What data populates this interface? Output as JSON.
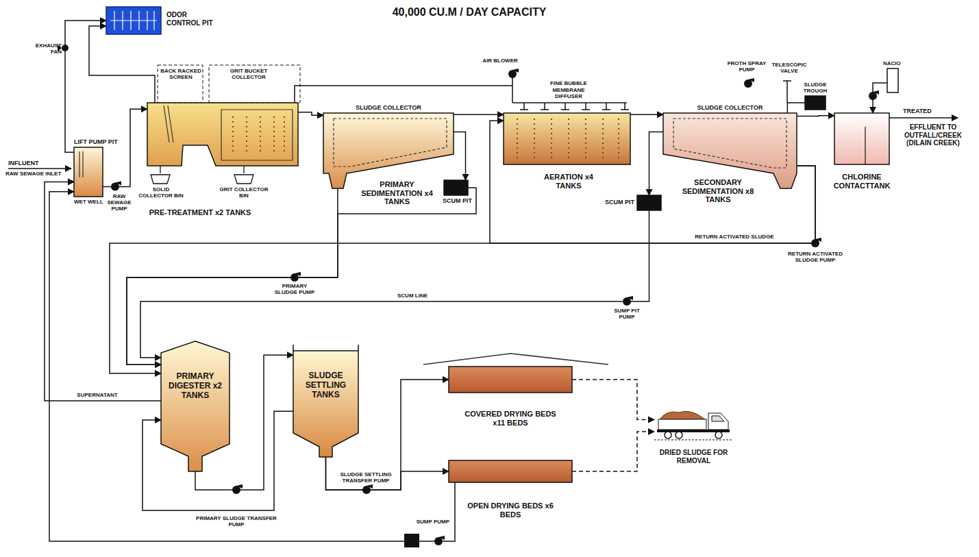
{
  "diagram": {
    "title": "40,000 CU.M / DAY CAPACITY",
    "nodes": [
      {
        "text": [
          "ODOR CONTROL PIT"
        ]
      },
      {
        "text": [
          "LIFT PUMP PIT",
          "WET WELL"
        ]
      },
      {
        "text": [
          "PRE-TREATMENT x2 TANKS"
        ]
      },
      {
        "text": [
          "SLUDGE COLLECTOR",
          "PRIMARY SEDIMENTATION x4 TANKS"
        ]
      },
      {
        "text": [
          "SCUM PIT"
        ]
      },
      {
        "text": [
          "FINE BUBBLE MEMBRANE DIFFUSER",
          "AERATION x4 TANKS"
        ]
      },
      {
        "text": [
          "SCUM PIT"
        ]
      },
      {
        "text": [
          "SLUDGE COLLECTOR",
          "SECONDARY SEDIMENTATION x8 TANKS"
        ]
      },
      {
        "text": [
          "SLUDGE TROUGH"
        ]
      },
      {
        "text": [
          "NACIO"
        ]
      },
      {
        "text": [
          "CHLORINE CONTACTTANK"
        ]
      },
      {
        "text": [
          "PRIMARY DIGESTER x2 TANKS"
        ]
      },
      {
        "text": [
          "SLUDGE SETTLING TANKS"
        ]
      },
      {
        "text": [
          "COVERED DRYING BEDS x11 BEDS"
        ]
      },
      {
        "text": [
          "OPEN DRYING BEDS x6 BEDS"
        ]
      },
      {
        "text": [
          "DRIED SLUDGE FOR REMOVAL"
        ]
      }
    ],
    "edges": [
      {
        "from": 1,
        "to": 0,
        "arrow": "to"
      },
      {
        "from": 2,
        "to": 0,
        "arrow": "to"
      },
      {
        "from": 1,
        "to": 2,
        "arrow": "to"
      },
      {
        "from": 2,
        "to": 3,
        "arrow": "to"
      },
      {
        "from": 3,
        "to": 4,
        "arrow": "to"
      },
      {
        "from": 3,
        "to": 5,
        "arrow": "to"
      },
      {
        "from": 5,
        "to": 7,
        "arrow": "to"
      },
      {
        "from": 7,
        "to": 6,
        "arrow": "to"
      },
      {
        "from": 7,
        "to": 8,
        "arrow": "none"
      },
      {
        "from": 7,
        "to": 10,
        "arrow": "to"
      },
      {
        "from": 9,
        "to": 10,
        "arrow": "to"
      },
      {
        "from": 7,
        "to": 5,
        "label": "RETURN ACTIVATED SLUDGE",
        "arrow": "to"
      },
      {
        "from": 7,
        "to": 11,
        "arrow": "to"
      },
      {
        "from": 3,
        "to": 11,
        "arrow": "to"
      },
      {
        "from": 4,
        "to": 11,
        "arrow": "to"
      },
      {
        "from": 6,
        "to": 11,
        "label": "SCUM LINE",
        "arrow": "to"
      },
      {
        "from": 11,
        "to": 1,
        "label": "SUPERNATANT",
        "arrow": "to"
      },
      {
        "from": 11,
        "to": 12,
        "arrow": "to"
      },
      {
        "from": 12,
        "to": 11,
        "arrow": "to"
      },
      {
        "from": 12,
        "to": 13,
        "arrow": "to"
      },
      {
        "from": 12,
        "to": 14,
        "arrow": "to"
      },
      {
        "from": 13,
        "to": 15,
        "arrow": "to"
      },
      {
        "from": 14,
        "to": 15,
        "arrow": "to"
      },
      {
        "from": 14,
        "to": 1,
        "arrow": "to"
      }
    ],
    "labels": [
      "EXHAUST FAN",
      "INFLUENT",
      "RAW SEWAGE INLET",
      "RAW SEWAGE PUMP",
      "BACK RACKED SCREEN",
      "GRIT BUCKET COLLECTOR",
      "SOLID COLLECTOR BIN",
      "GRIT COLLECTOR BIN",
      "AIR BLOWER",
      "FROTH SPRAY PUMP",
      "TELESCOPIC VALVE",
      "TREATED",
      "EFFLUENT TO OUTFALL/CREEK (DILAIN CREEK)",
      "RETURN ACTIVATED SLUDGE PUMP",
      "PRIMARY SLUDGE PUMP",
      "SUMP PIT PUMP",
      "PRIMARY SLUDGE TRANSFER PUMP",
      "SLUDGE SETTLING TRANSFER PUMP",
      "SUMP PUMP"
    ]
  }
}
